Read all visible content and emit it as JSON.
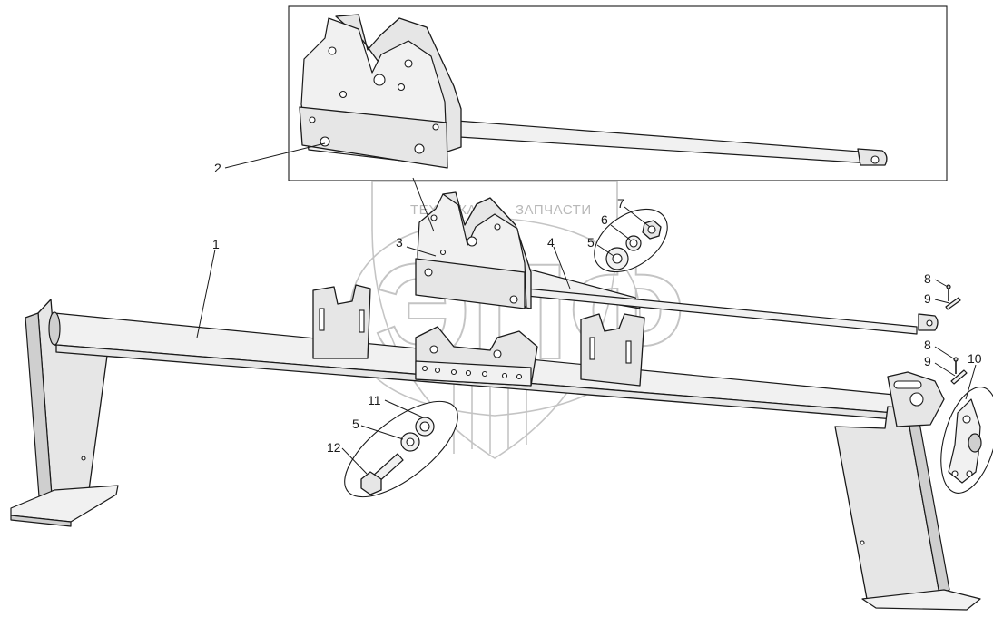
{
  "watermark": {
    "brand_left": "ТЕХНИКА",
    "brand_right": "ЗАПЧАСТИ",
    "letters": "ЭПФ"
  },
  "callouts": [
    {
      "id": "c1",
      "label": "1"
    },
    {
      "id": "c2",
      "label": "2"
    },
    {
      "id": "c3",
      "label": "3"
    },
    {
      "id": "c4",
      "label": "4"
    },
    {
      "id": "c5a",
      "label": "5"
    },
    {
      "id": "c5b",
      "label": "5"
    },
    {
      "id": "c6",
      "label": "6"
    },
    {
      "id": "c7",
      "label": "7"
    },
    {
      "id": "c8a",
      "label": "8"
    },
    {
      "id": "c9a",
      "label": "9"
    },
    {
      "id": "c8b",
      "label": "8"
    },
    {
      "id": "c9b",
      "label": "9"
    },
    {
      "id": "c10",
      "label": "10"
    },
    {
      "id": "c11",
      "label": "11"
    },
    {
      "id": "c12",
      "label": "12"
    }
  ]
}
